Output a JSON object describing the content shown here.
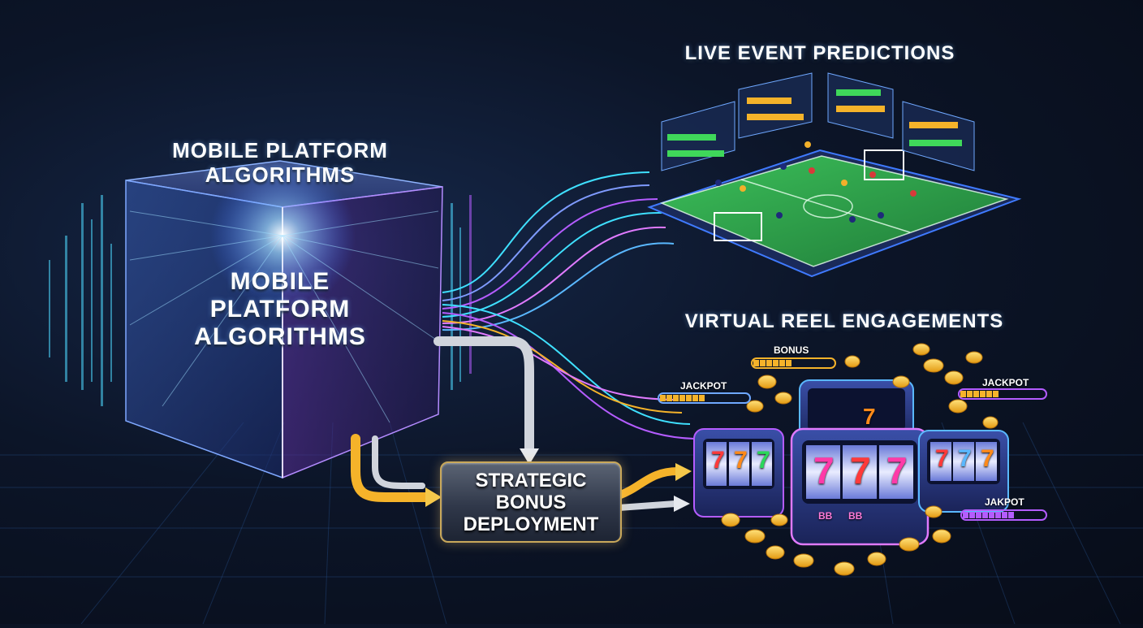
{
  "labels": {
    "cube_top": "MOBILE PLATFORM ALGORITHMS",
    "cube_face": "MOBILE PLATFORM ALGORITHMS",
    "live": "LIVE EVENT PREDICTIONS",
    "reel": "VIRTUAL REEL ENGAGEMENTS",
    "bonus": "STRATEGIC\nBONUS\nDEPLOYMENT"
  },
  "meters": {
    "bonus": "BONUS",
    "jackpot_left": "JACKPOT",
    "jackpot_right": "JACKPOT",
    "jackpot_bottom": "JAKPOT"
  },
  "slot_symbols": {
    "digit": "7",
    "bar": "BB"
  },
  "colors": {
    "cyan": "#3fe0ff",
    "purple": "#b45cff",
    "gold": "#f5b32a",
    "silver": "#d0d4dc",
    "pitch": "#2fa84a"
  }
}
